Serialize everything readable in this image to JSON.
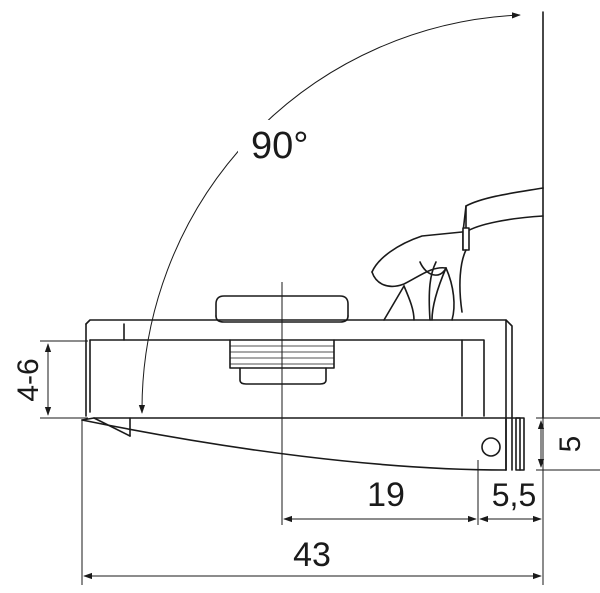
{
  "drawing": {
    "angle_label": "90°",
    "dims": {
      "thickness": "4-6",
      "edge": "5",
      "d19": "19",
      "d55": "5,5",
      "d43": "43"
    }
  }
}
